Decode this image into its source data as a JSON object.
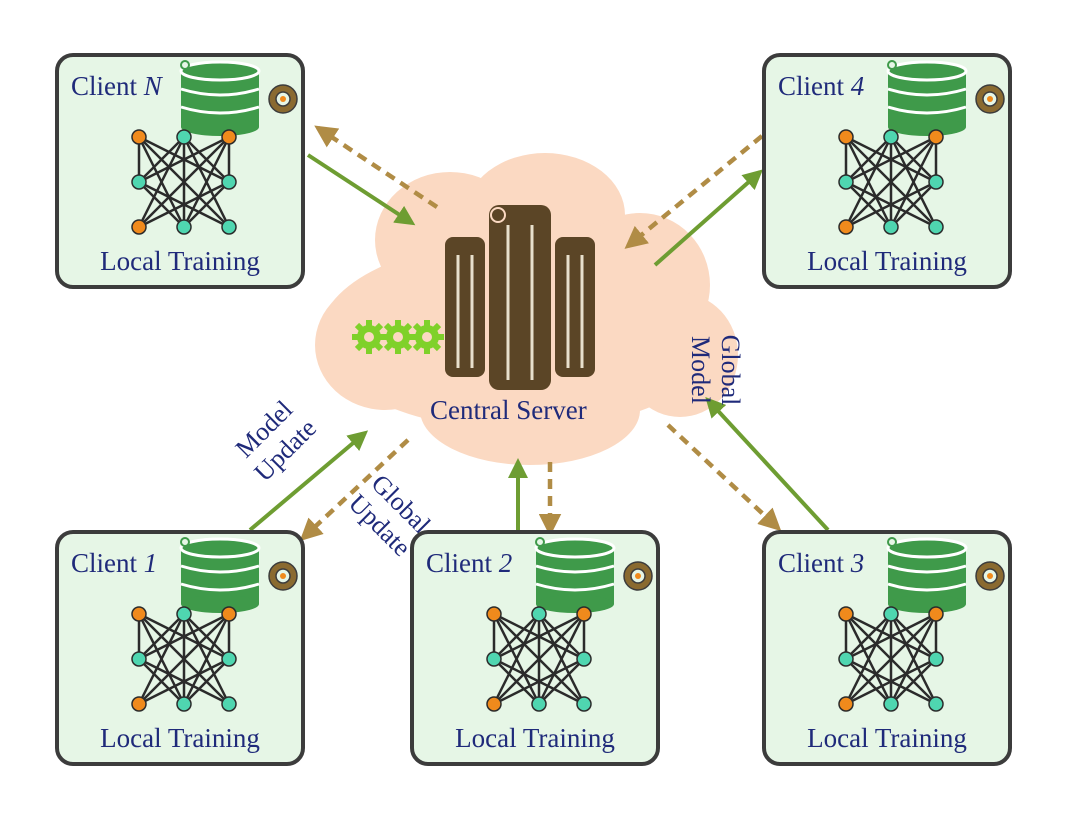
{
  "server": {
    "label": "Central Server"
  },
  "clients": [
    {
      "id": "client-n",
      "name": "Client ",
      "index": "N",
      "caption": "Local Training"
    },
    {
      "id": "client-4",
      "name": "Client ",
      "index": "4",
      "caption": "Local Training"
    },
    {
      "id": "client-1",
      "name": "Client ",
      "index": "1",
      "caption": "Local Training"
    },
    {
      "id": "client-2",
      "name": "Client ",
      "index": "2",
      "caption": "Local Training"
    },
    {
      "id": "client-3",
      "name": "Client ",
      "index": "3",
      "caption": "Local Training"
    }
  ],
  "labels": {
    "model_update": [
      "Model",
      "Update"
    ],
    "global_update": [
      "Global",
      "Update"
    ],
    "global_model": [
      "Global",
      "Model"
    ]
  },
  "colors": {
    "panel_fill": "#e6f6e6",
    "panel_border": "#3c3c3c",
    "cloud": "#fbd9c2",
    "server": "#5b4526",
    "database": "#3f9a4a",
    "gear": "#7fd12a",
    "node_orange": "#f08a1c",
    "node_teal": "#4fd6b0",
    "upload_arrow": "#6e9d32",
    "download_arrow": "#b08c45",
    "text": "#1f2a7a"
  },
  "icons": [
    "database-icon",
    "neural-network-icon",
    "settings-badge-icon",
    "server-icon",
    "gears-icon",
    "cloud-shape"
  ]
}
